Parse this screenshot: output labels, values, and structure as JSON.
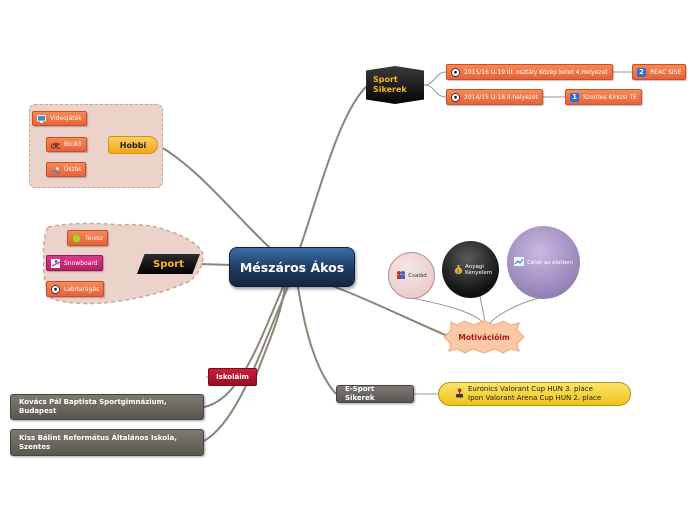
{
  "center": {
    "label": "Mészáros Ákos"
  },
  "hobbi": {
    "label": "Hobbi",
    "items": [
      {
        "label": "Videojáték",
        "icon": "monitor-icon"
      },
      {
        "label": "Bicikli",
        "icon": "bicycle-icon"
      },
      {
        "label": "Úszás",
        "icon": "swimming-icon"
      }
    ]
  },
  "sport": {
    "label": "Sport",
    "items": [
      {
        "label": "Tenisz",
        "icon": "tennis-ball-icon"
      },
      {
        "label": "Snowboard",
        "icon": "snowboard-icon"
      },
      {
        "label": "Labdarúgás",
        "icon": "soccer-ball-icon"
      }
    ]
  },
  "sport_sikerek": {
    "label": "Sport Sikerek",
    "items": [
      {
        "label": "2015/16 U-19 III. osztály Közép kelet 4.Helyezet",
        "icon": "soccer-ball-icon",
        "sub": {
          "label": "REAC SISE",
          "badge": "2"
        }
      },
      {
        "label": "2014/15 U-18 II.helyezet",
        "icon": "soccer-ball-icon",
        "sub": {
          "label": "Szentes Kinizsi TE",
          "badge": "1"
        }
      }
    ]
  },
  "motivacio": {
    "label": "Motivációim",
    "items": [
      {
        "label": "Család",
        "icon": "family-icon"
      },
      {
        "label": "Anyagi Kényelem",
        "icon": "money-bag-icon"
      },
      {
        "label": "Célok az életben",
        "icon": "chart-icon"
      }
    ]
  },
  "esport": {
    "label": "E-Sport Sikerek",
    "item_lines": [
      "Euronics Valorant Cup HUN 3. place",
      "Ipon Valorant Arena Cup HUN 2. place"
    ],
    "icon": "joystick-icon"
  },
  "iskola": {
    "label": "Iskoláim",
    "items": [
      {
        "label": "Kovács Pál Baptista Sportgimnázium, Budapest"
      },
      {
        "label": "Kiss Bálint Református Általános Iskola, Szentes"
      }
    ]
  },
  "colors": {
    "orange": "#e8623a",
    "center_blue": "#1e3a5f",
    "gold": "#f6b71e",
    "red": "#b2122a",
    "yellow": "#f2c81f"
  }
}
